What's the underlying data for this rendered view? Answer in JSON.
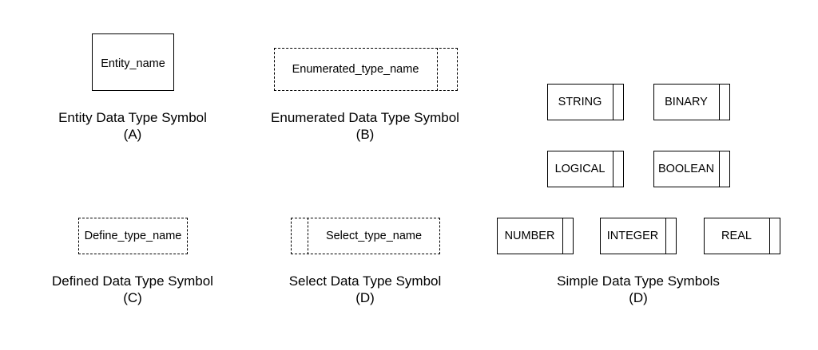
{
  "symbols": {
    "entity": "Entity_name",
    "enumerated": "Enumerated_type_name",
    "defined": "Define_type_name",
    "select": "Select_type_name",
    "simple": [
      "STRING",
      "BINARY",
      "LOGICAL",
      "BOOLEAN",
      "NUMBER",
      "INTEGER",
      "REAL"
    ]
  },
  "captions": {
    "entity": {
      "title": "Entity Data Type Symbol",
      "letter": "(A)"
    },
    "enumerated": {
      "title": "Enumerated Data Type Symbol",
      "letter": "(B)"
    },
    "defined": {
      "title": "Defined Data Type Symbol",
      "letter": "(C)"
    },
    "select": {
      "title": "Select Data Type Symbol",
      "letter": "(D)"
    },
    "simple": {
      "title": "Simple Data Type Symbols",
      "letter": "(D)"
    }
  }
}
